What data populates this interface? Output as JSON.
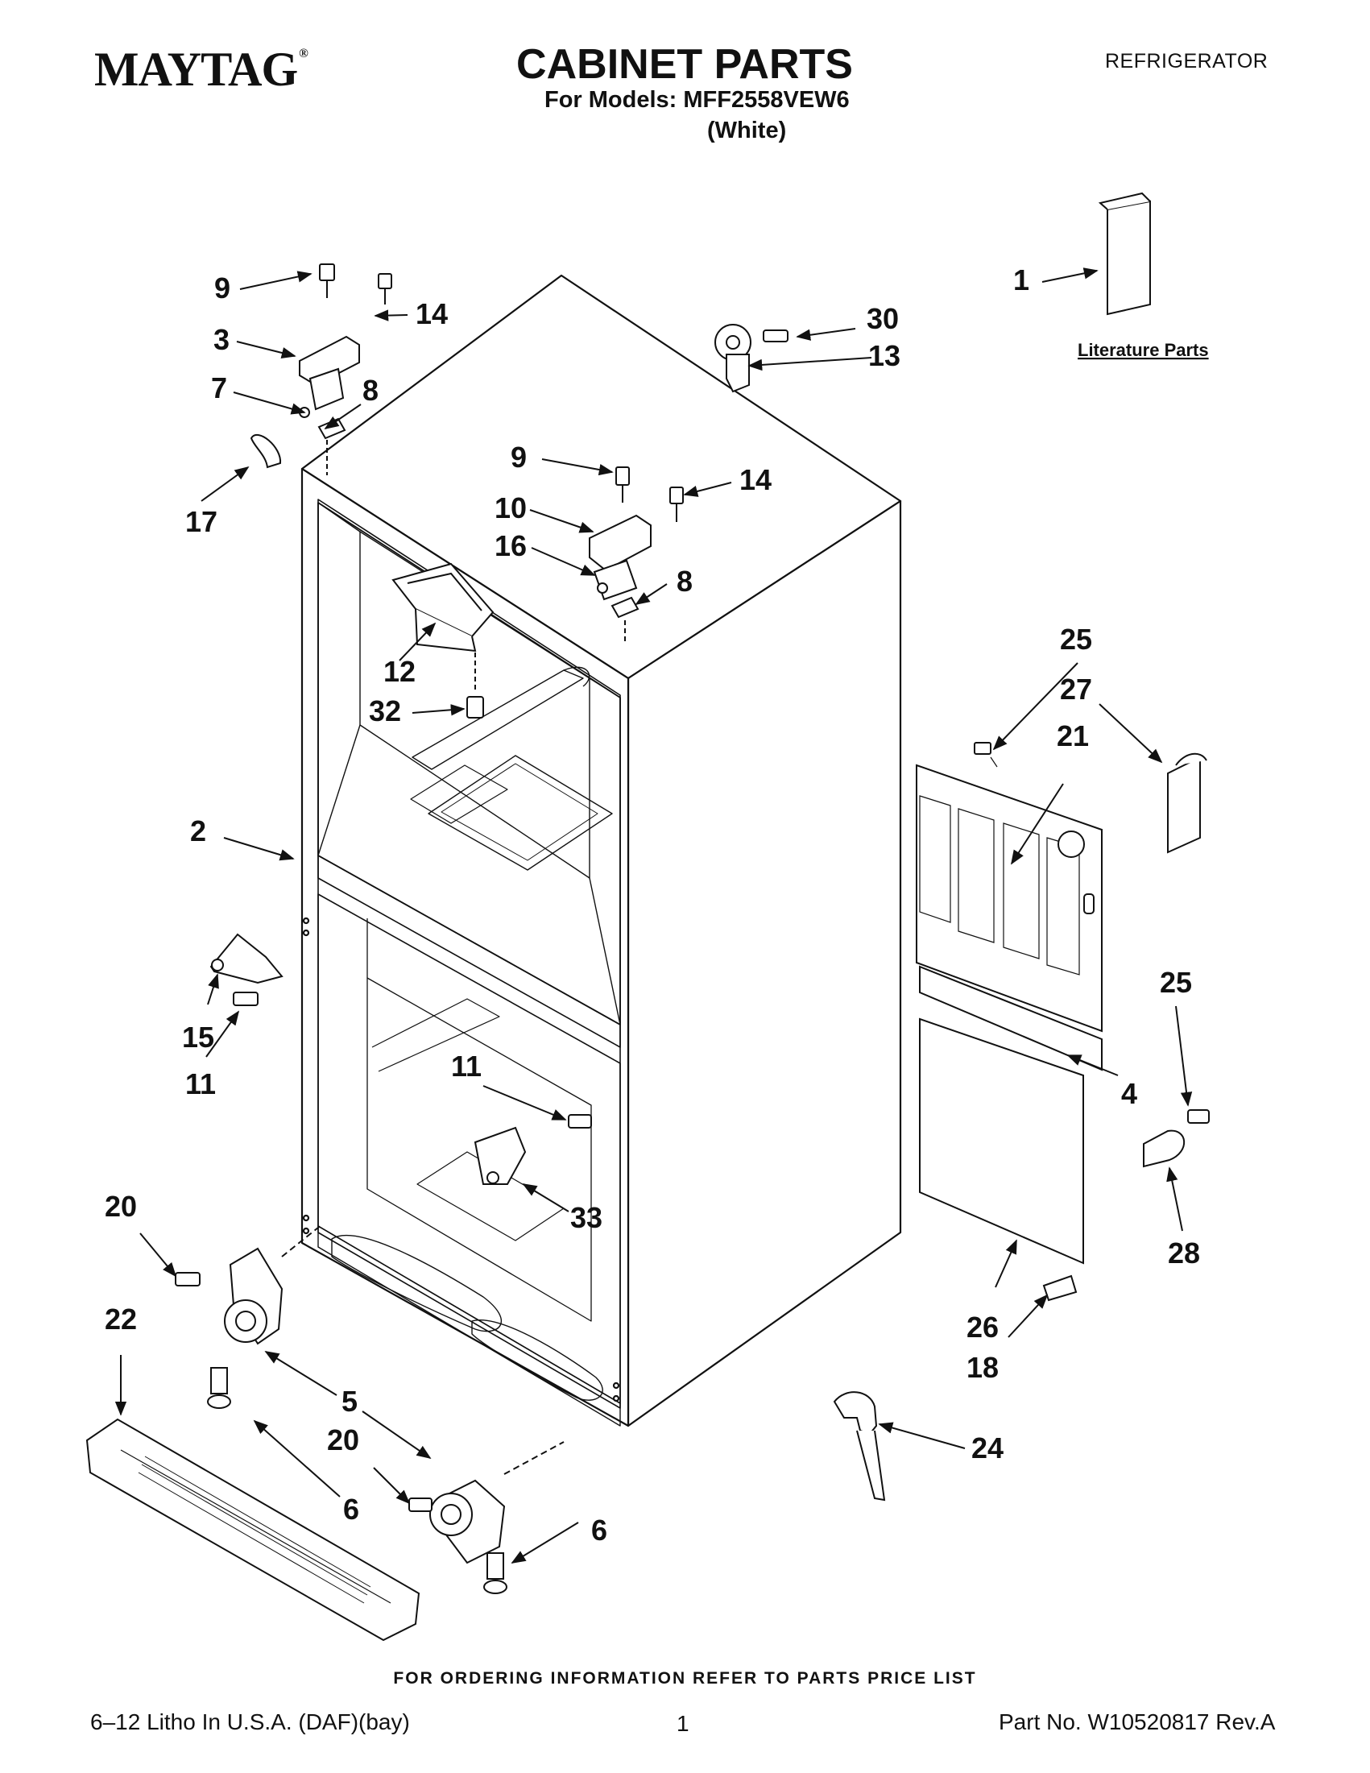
{
  "header": {
    "brand": "MAYTAG",
    "brand_mark": "®",
    "title": "CABINET PARTS",
    "models": "For Models: MFF2558VEW6",
    "variant": "(White)",
    "category": "REFRIGERATOR"
  },
  "diagram": {
    "literature_label": "Literature Parts",
    "callouts": [
      "1",
      "2",
      "3",
      "4",
      "5",
      "6",
      "6",
      "7",
      "8",
      "8",
      "9",
      "9",
      "10",
      "11",
      "11",
      "12",
      "13",
      "14",
      "14",
      "15",
      "16",
      "17",
      "18",
      "20",
      "20",
      "21",
      "22",
      "24",
      "25",
      "25",
      "26",
      "27",
      "28",
      "30",
      "32",
      "33"
    ]
  },
  "footer": {
    "ordering": "FOR ORDERING INFORMATION REFER TO PARTS PRICE LIST",
    "litho": "6–12 Litho In U.S.A. (DAF)(bay)",
    "page": "1",
    "part_no": "Part No. W10520817 Rev.A"
  }
}
